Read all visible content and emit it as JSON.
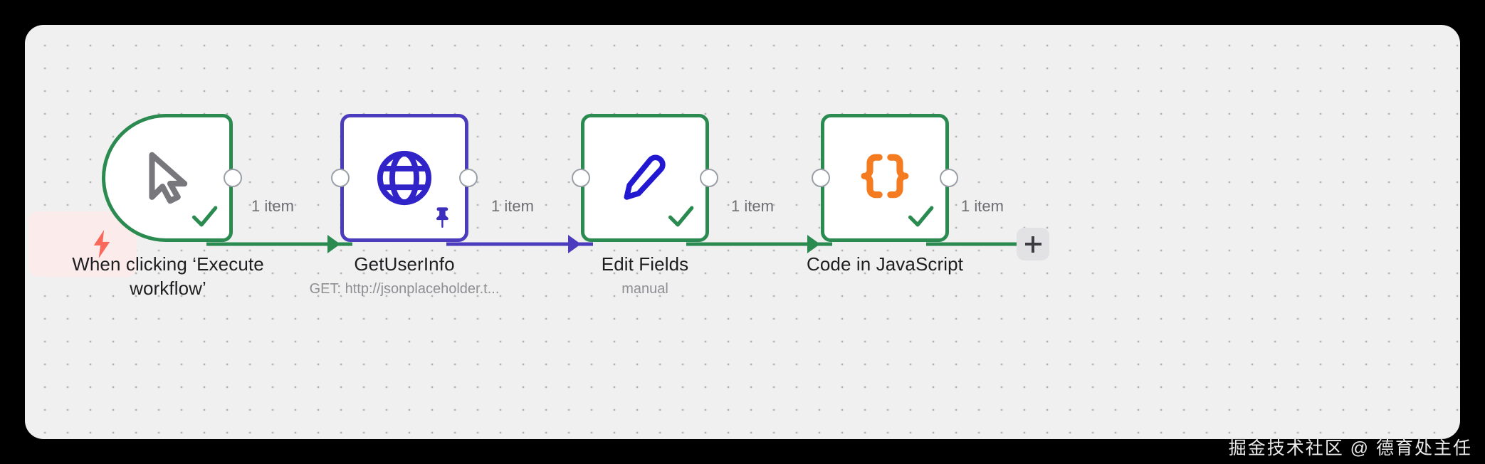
{
  "canvas": {
    "background_color": "#f0f0f0",
    "grid": "dot-grid",
    "page_background": "#000000"
  },
  "colors": {
    "success_green": "#2a8a50",
    "node_purple": "#4b3bbd",
    "code_orange": "#f47b20",
    "trigger_red": "#f8695c",
    "muted_text": "#8e8e93",
    "label_text": "#6e6e73"
  },
  "trigger_badge": {
    "icon": "lightning-bolt-icon",
    "color": "#f8695c"
  },
  "nodes": [
    {
      "id": "manual-trigger",
      "title": "When clicking ‘Execute\nworkflow’",
      "subtitle": "",
      "icon": "cursor-pointer-icon",
      "icon_color": "#6e6e73",
      "border_color": "#2a8a50",
      "shape": "trigger-rounded-left",
      "status": "success-check",
      "pinned": false
    },
    {
      "id": "get-user-info",
      "title": "GetUserInfo",
      "subtitle": "GET: http://jsonplaceholder.t...",
      "icon": "globe-icon",
      "icon_color": "#3023c7",
      "border_color": "#4b3bbd",
      "shape": "rounded-square",
      "status": "none",
      "pinned": true
    },
    {
      "id": "edit-fields",
      "title": "Edit Fields",
      "subtitle": "manual",
      "icon": "pencil-icon",
      "icon_color": "#2218d2",
      "border_color": "#2a8a50",
      "shape": "rounded-square",
      "status": "success-check",
      "pinned": false
    },
    {
      "id": "code-in-javascript",
      "title": "Code in JavaScript",
      "subtitle": "",
      "icon": "curly-braces-icon",
      "icon_color": "#f47b20",
      "border_color": "#2a8a50",
      "shape": "rounded-square",
      "status": "success-check",
      "pinned": false
    }
  ],
  "connections": [
    {
      "id": "conn-1",
      "from": "manual-trigger",
      "to": "get-user-info",
      "label": "1 item",
      "color": "#2a8a50"
    },
    {
      "id": "conn-2",
      "from": "get-user-info",
      "to": "edit-fields",
      "label": "1 item",
      "color": "#4b3bbd"
    },
    {
      "id": "conn-3",
      "from": "edit-fields",
      "to": "code-in-javascript",
      "label": "1 item",
      "color": "#2a8a50"
    },
    {
      "id": "conn-4",
      "from": "code-in-javascript",
      "to": "add-node-button",
      "label": "1 item",
      "color": "#2a8a50"
    }
  ],
  "add_button": {
    "label": "+",
    "name": "add-node-button"
  },
  "watermark": {
    "text": "掘金技术社区 @ 德育处主任"
  }
}
